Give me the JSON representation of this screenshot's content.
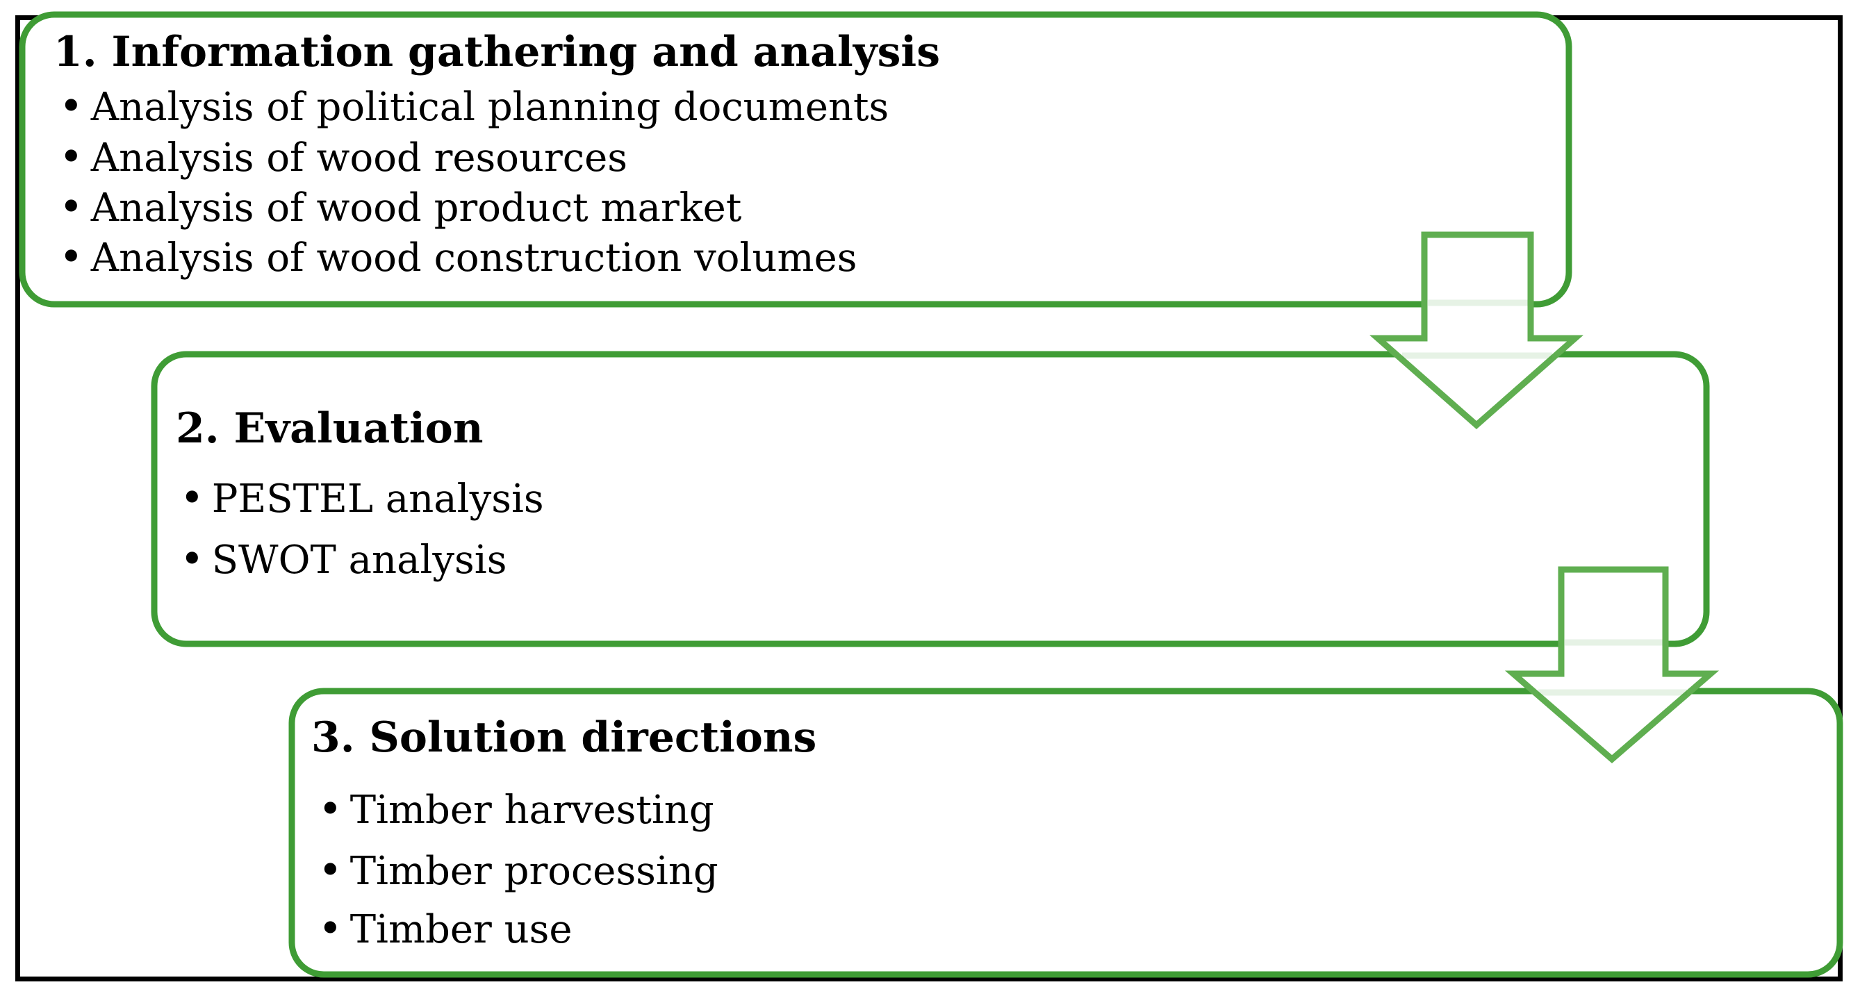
{
  "figure": {
    "type": "flow-diagram",
    "bullet_char": "•",
    "boxes": [
      {
        "title": "1. Information gathering and analysis",
        "bullets": [
          "Analysis of political planning documents",
          "Analysis of wood resources",
          "Analysis of wood product market",
          "Analysis of wood construction volumes"
        ]
      },
      {
        "title": "2. Evaluation",
        "bullets": [
          "PESTEL analysis",
          "SWOT analysis"
        ]
      },
      {
        "title": "3. Solution directions",
        "bullets": [
          "Timber harvesting",
          "Timber processing",
          "Timber use"
        ]
      }
    ],
    "arrows": [
      {
        "icon": "down-arrow-icon",
        "direction": "down",
        "from": "1. Information gathering and analysis",
        "to": "2. Evaluation"
      },
      {
        "icon": "down-arrow-icon",
        "direction": "down",
        "from": "2. Evaluation",
        "to": "3. Solution directions"
      }
    ],
    "colors": {
      "outer_border": "#000000",
      "box_border": "#3F9C35",
      "arrow_border": "#5FAE50",
      "arrow_fill": "#FFFFFF",
      "background": "#FFFFFF",
      "text": "#000000"
    }
  }
}
